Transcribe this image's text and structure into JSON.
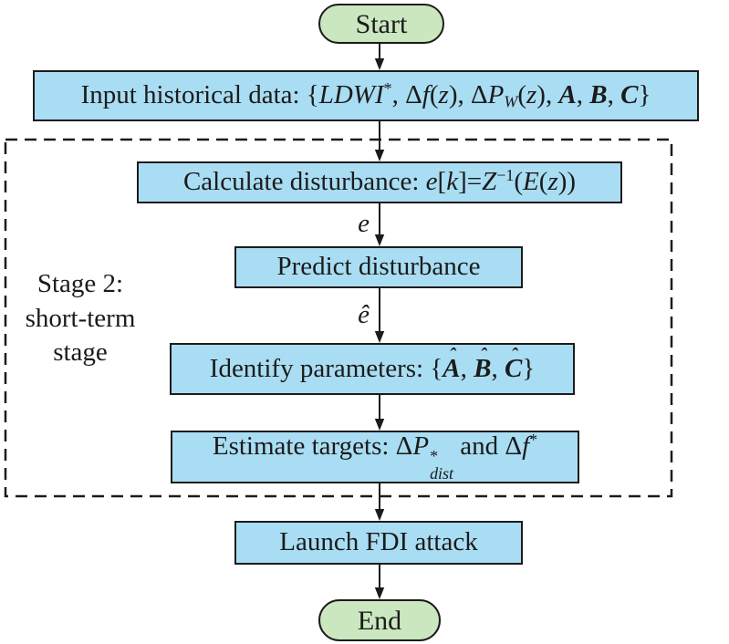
{
  "colors": {
    "node_fill": "#a9ddf3",
    "terminal_fill": "#cbe7c0",
    "border": "#1b1b1b",
    "background": "#ffffff"
  },
  "flowchart": {
    "start": {
      "label": "Start"
    },
    "end": {
      "label": "End"
    },
    "stage_label": {
      "lines": [
        "Stage 2:",
        "short-term",
        "stage"
      ]
    },
    "edge_labels": {
      "e": {
        "parts": [
          {
            "t": "e",
            "s": "i"
          }
        ]
      },
      "e_hat": {
        "parts": [
          {
            "t": "ê",
            "s": "i"
          }
        ]
      }
    },
    "nodes": {
      "input": {
        "parts": [
          {
            "t": "Input historical data: {"
          },
          {
            "t": "LDWI",
            "s": "i"
          },
          {
            "t": "*",
            "s": "sup"
          },
          {
            "t": ", Δ"
          },
          {
            "t": "f",
            "s": "i"
          },
          {
            "t": "("
          },
          {
            "t": "z",
            "s": "i"
          },
          {
            "t": "), Δ"
          },
          {
            "t": "P",
            "s": "i"
          },
          {
            "t": "W",
            "s": "isub"
          },
          {
            "t": "("
          },
          {
            "t": "z",
            "s": "i"
          },
          {
            "t": "), "
          },
          {
            "t": "A",
            "s": "bi"
          },
          {
            "t": ", "
          },
          {
            "t": "B",
            "s": "bi"
          },
          {
            "t": ", "
          },
          {
            "t": "C",
            "s": "bi"
          },
          {
            "t": "}"
          }
        ]
      },
      "calculate": {
        "parts": [
          {
            "t": "Calculate disturbance: "
          },
          {
            "t": "e",
            "s": "i"
          },
          {
            "t": "["
          },
          {
            "t": "k",
            "s": "i"
          },
          {
            "t": "]="
          },
          {
            "t": "Z",
            "s": "i"
          },
          {
            "t": "−1",
            "s": "sup"
          },
          {
            "t": "("
          },
          {
            "t": "E",
            "s": "i"
          },
          {
            "t": "("
          },
          {
            "t": "z",
            "s": "i"
          },
          {
            "t": "))"
          }
        ]
      },
      "predict": {
        "parts": [
          {
            "t": "Predict disturbance"
          }
        ]
      },
      "identify": {
        "parts": [
          {
            "t": "Identify parameters: {"
          },
          {
            "t": "A",
            "s": "bi",
            "hat": true
          },
          {
            "t": ", "
          },
          {
            "t": "B",
            "s": "bi",
            "hat": true
          },
          {
            "t": ", "
          },
          {
            "t": "C",
            "s": "bi",
            "hat": true
          },
          {
            "t": "}"
          }
        ]
      },
      "estimate": {
        "parts": [
          {
            "t": "Estimate targets: Δ"
          },
          {
            "t": "P",
            "s": "i",
            "sup": "*",
            "sub": "dist"
          },
          {
            "t": " and Δ"
          },
          {
            "t": "f",
            "s": "i"
          },
          {
            "t": "*",
            "s": "sup"
          }
        ]
      },
      "launch": {
        "parts": [
          {
            "t": "Launch FDI attack"
          }
        ]
      }
    }
  }
}
